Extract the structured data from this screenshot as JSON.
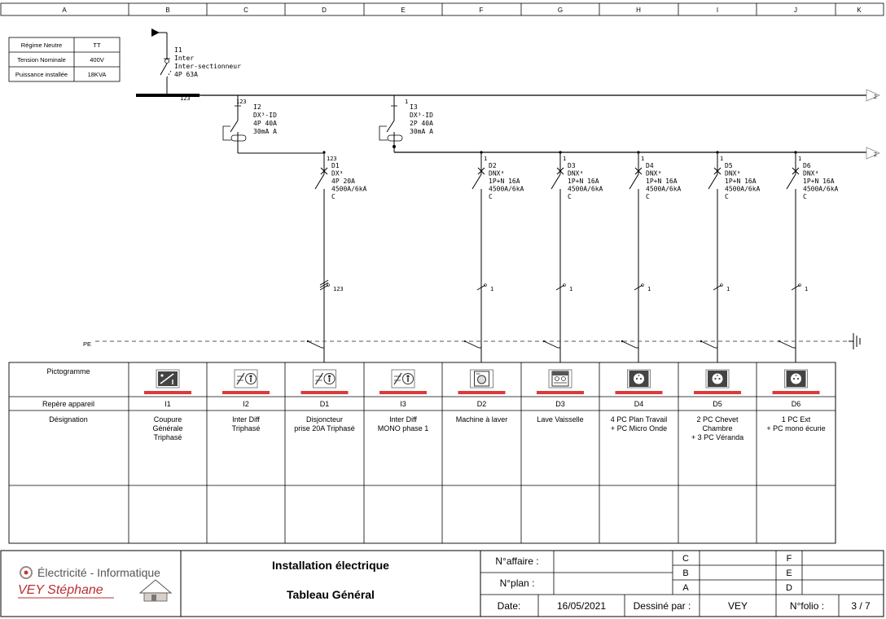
{
  "columns": [
    "A",
    "B",
    "C",
    "D",
    "E",
    "F",
    "G",
    "H",
    "I",
    "J",
    "K"
  ],
  "supply_table": [
    {
      "label": "Régime Neutre",
      "value": "TT"
    },
    {
      "label": "Tension Nominale",
      "value": "400V"
    },
    {
      "label": "Puissance installée",
      "value": "18KVA"
    }
  ],
  "main_switch": {
    "lines": [
      "I1",
      "Inter",
      "Inter-sectionneur",
      "4P 63A"
    ],
    "phase_label": "123"
  },
  "bus_ref": "2",
  "bus2_ref": "2",
  "diff_breakers": [
    {
      "id": "I2",
      "top_label": "123",
      "lines": [
        "I2",
        "DX³-ID",
        "4P 40A",
        "30mA A"
      ]
    },
    {
      "id": "I3",
      "top_label": "1",
      "lines": [
        "I3",
        "DX³-ID",
        "2P 40A",
        "30mA A"
      ]
    }
  ],
  "breakers": [
    {
      "id": "D1",
      "top_label": "123",
      "lines": [
        "D1",
        "DX³",
        "4P 20A",
        "4500A/6kA",
        "C"
      ],
      "cable_label": "123"
    },
    {
      "id": "D2",
      "top_label": "1",
      "lines": [
        "D2",
        "DNX³",
        "1P+N 16A",
        "4500A/6kA",
        "C"
      ],
      "cable_label": "1"
    },
    {
      "id": "D3",
      "top_label": "1",
      "lines": [
        "D3",
        "DNX³",
        "1P+N 16A",
        "4500A/6kA",
        "C"
      ],
      "cable_label": "1"
    },
    {
      "id": "D4",
      "top_label": "1",
      "lines": [
        "D4",
        "DNX³",
        "1P+N 16A",
        "4500A/6kA",
        "C"
      ],
      "cable_label": "1"
    },
    {
      "id": "D5",
      "top_label": "1",
      "lines": [
        "D5",
        "DNX³",
        "1P+N 16A",
        "4500A/6kA",
        "C"
      ],
      "cable_label": "1"
    },
    {
      "id": "D6",
      "top_label": "1",
      "lines": [
        "D6",
        "DNX³",
        "1P+N 16A",
        "4500A/6kA",
        "C"
      ],
      "cable_label": "1"
    }
  ],
  "pe_label": "PE",
  "table": {
    "row_labels": [
      "Pictogramme",
      "Repère appareil",
      "Désignation"
    ],
    "columns": [
      {
        "pictogram": "switch-disconnector-icon",
        "repere": "I1",
        "designation": [
          "Coupure",
          "Générale",
          "Triphasé"
        ]
      },
      {
        "pictogram": "differential-switch-icon",
        "repere": "I2",
        "designation": [
          "Inter Diff",
          "Triphasé"
        ]
      },
      {
        "pictogram": "differential-switch-icon",
        "repere": "D1",
        "designation": [
          "Disjoncteur",
          "prise 20A Triphasé"
        ]
      },
      {
        "pictogram": "differential-switch-icon",
        "repere": "I3",
        "designation": [
          "Inter Diff",
          "MONO phase 1"
        ]
      },
      {
        "pictogram": "washing-machine-icon",
        "repere": "D2",
        "designation": [
          "Machine à laver"
        ]
      },
      {
        "pictogram": "dishwasher-icon",
        "repere": "D3",
        "designation": [
          "Lave Vaisselle"
        ]
      },
      {
        "pictogram": "socket-outlet-icon",
        "repere": "D4",
        "designation": [
          "4 PC Plan Travail",
          "+ PC Micro Onde"
        ]
      },
      {
        "pictogram": "socket-outlet-icon",
        "repere": "D5",
        "designation": [
          "2 PC Chevet",
          "Chambre",
          "+ 3 PC Véranda"
        ]
      },
      {
        "pictogram": "socket-outlet-icon",
        "repere": "D6",
        "designation": [
          "1 PC Ext",
          "+ PC mono écurie"
        ]
      }
    ]
  },
  "title_block": {
    "company_line1": "Électricité - Informatique",
    "company_line2": "VEY Stéphane",
    "title": "Installation électrique",
    "subtitle": "Tableau Général",
    "affaire_label": "N°affaire :",
    "affaire_value": "",
    "plan_label": "N°plan :",
    "plan_value": "",
    "date_label": "Date:",
    "date_value": "16/05/2021",
    "dessine_label": "Dessiné par :",
    "dessine_value": "VEY",
    "folio_label": "N°folio :",
    "folio_value": "3 / 7",
    "rev_letters_left": [
      "C",
      "B",
      "A"
    ],
    "rev_letters_right": [
      "F",
      "E",
      "D"
    ]
  },
  "colors": {
    "line": "#000000",
    "accent": "#d93a3a",
    "pe": "#555555",
    "pictogram_bg": "#444444"
  }
}
